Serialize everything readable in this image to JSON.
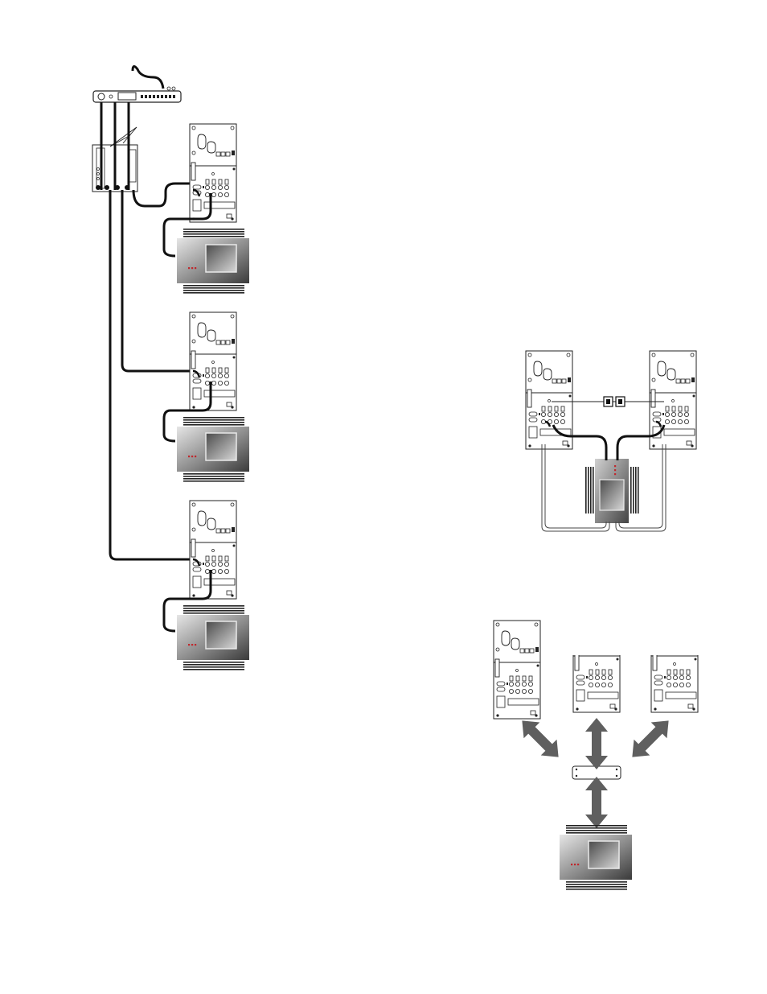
{
  "figure": {
    "sections": [
      {
        "name": "multi-zone-chain"
      },
      {
        "name": "dual-board-shared-amplifier"
      },
      {
        "name": "three-boards-via-interface"
      }
    ],
    "colors": {
      "cable": "#111111",
      "thin_cable": "#444444",
      "amp_dark": "#3a3a3a",
      "amp_light": "#e6e6e6",
      "led": "#c0282d",
      "arrow": "#5f5f5f",
      "board_outline": "#222222"
    },
    "icons": [
      "rack-processor-icon",
      "splitter-icon",
      "control-board-icon",
      "amplifier-icon",
      "interface-box-icon",
      "double-arrow-icon"
    ]
  }
}
